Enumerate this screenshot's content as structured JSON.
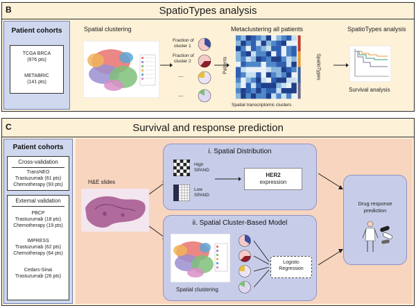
{
  "panelB": {
    "letter": "B",
    "title": "SpatioTypes analysis",
    "cohorts_head": "Patient cohorts",
    "cohort1_name": "TCGA BRCA",
    "cohort1_n": "(976 pts)",
    "cohort2_name": "METABRIC",
    "cohort2_n": "(141 pts)",
    "spatial_clustering": "Spatial clustering",
    "fraction1_a": "Fraction of",
    "fraction1_b": "cluster 1",
    "fraction2_a": "Fraction of",
    "fraction2_b": "cluster 2",
    "ellipsis": "...",
    "metaclustering": "Metaclustering all patients",
    "patients": "Patients",
    "spatiotypes_vertical": "SpatioTypes",
    "clusters_label": "Spatial transcriptomic clusters",
    "spatiotypes_analysis": "SpatioTypes analysis",
    "survival_analysis": "Survival analysis"
  },
  "panelC": {
    "letter": "C",
    "title": "Survival and response prediction",
    "cohorts_head": "Patient cohorts",
    "crossval": "Cross-validation",
    "transneo": "TransNEO",
    "transneo_t": "Trastuzumab (61 pts)",
    "transneo_c": "Chemotherapy (93 pts)",
    "extval": "External validation",
    "pbcp": "PBCP",
    "pbcp_t": "Trastuzumab (18 pts)",
    "pbcp_c": "Chemotherapy (19 pts)",
    "impress": "IMPRESS",
    "impress_t": "Trastuzumab (62 pts)",
    "impress_c": "Chemotherapy (64 pts)",
    "cedars": "Cedars-Sinai",
    "cedars_t": "Trastuzumab (26 pts)",
    "he_slides": "H&E slides",
    "spatial_distribution": "i. Spatial Distribution",
    "high": "High",
    "spand": "SPAND",
    "low": "Low",
    "her2_a": "HER2",
    "her2_b": "expression",
    "cluster_model": "ii. Spatial Cluster-Based Model",
    "spatial_clustering": "Spatial clustering",
    "logistic_a": "Logistic",
    "logistic_b": "Regression",
    "drug_a": "Drug response",
    "drug_b": "prediction"
  },
  "colors": {
    "panel_bg": "#fdf1d8",
    "cohort_bg": "#cfd8ee",
    "salmon_bg": "#f8d5bf",
    "round_box": "#c7cde9"
  }
}
